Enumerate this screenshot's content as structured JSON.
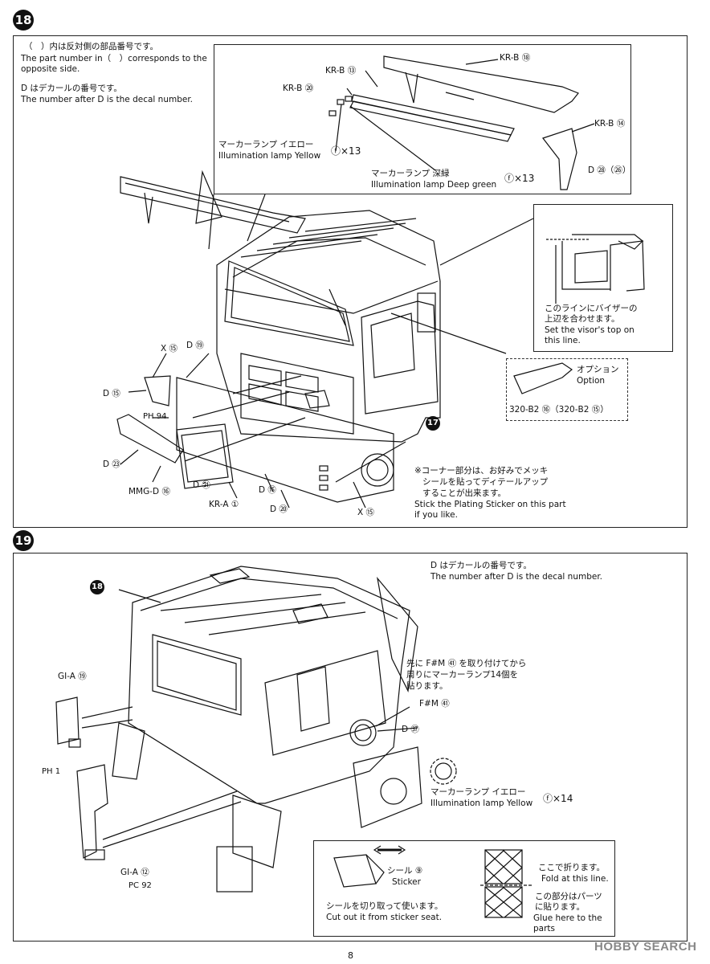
{
  "step18": {
    "number": "18",
    "note_jp_1": "（　）内は反対側の部品番号です。",
    "note_en_1a": "The part number in（　）corresponds to the",
    "note_en_1b": "opposite side.",
    "note_jp_2": "D はデカールの番号です。",
    "note_en_2": "The number after D is the decal number.",
    "inset_labels": {
      "kr_b18": "KR-B ⑱",
      "kr_b13": "KR-B ⑬",
      "kr_b20": "KR-B ⑳",
      "kr_b14": "KR-B ⑭",
      "decal_28_26": "D ㉘（㉖）",
      "lamp_yellow_jp": "マーカーランプ イエロー",
      "lamp_yellow_en": "Illumination lamp Yellow",
      "lamp_yellow_qty": "ⓕ×13",
      "lamp_green_jp": "マーカーランプ 深緑",
      "lamp_green_en": "Illumination lamp Deep green",
      "lamp_green_qty": "ⓕ×13"
    },
    "visor_note_jp_1": "このラインにバイザーの",
    "visor_note_jp_2": "上辺を合わせます。",
    "visor_note_en_1": "Set the visor's top on",
    "visor_note_en_2": "this line.",
    "option_jp": "オプション",
    "option_en": "Option",
    "option_part": "320-B2 ⑯（320-B2 ⑮）",
    "labels": {
      "x15_top": "X ⑮",
      "d19": "D ⑲",
      "d15": "D ⑮",
      "ph94": "PH 94",
      "d23": "D ㉓",
      "mmg_d16": "MMG-D ⑯",
      "d21": "D ㉑",
      "kr_a1": "KR-A ①",
      "d16": "D ⑯",
      "d20": "D ⑳",
      "x15_bottom": "X ⑮",
      "step17": "17"
    },
    "corner_note_jp_1": "※コーナー部分は、お好みでメッキ",
    "corner_note_jp_2": "シールを貼ってディテールアップ",
    "corner_note_jp_3": "することが出来ます。",
    "corner_note_en_1": "Stick the Plating Sticker on this part",
    "corner_note_en_2": "if you like."
  },
  "step19": {
    "number": "19",
    "note_jp": "D はデカールの番号です。",
    "note_en": "The number after D is the decal number.",
    "ref18": "18",
    "fm_note_jp_1": "先に F#M ㊶ を取り付けてから",
    "fm_note_jp_2": "周りにマーカーランプ14個を",
    "fm_note_jp_3": "貼ります。",
    "fm61": "F#M ㊶",
    "d37": "D ㊲",
    "gi_a19": "GI-A ⑲",
    "ph1": "PH 1",
    "gi_a12": "GI-A ⑫",
    "pc92": "PC 92",
    "lamp_jp": "マーカーランプ イエロー",
    "lamp_en": "Illumination lamp Yellow",
    "lamp_qty": "ⓕ×14",
    "sticker_jp": "シール ⑨",
    "sticker_en": "Sticker",
    "cut_jp": "シールを切り取って使います。",
    "cut_en": "Cut out it from sticker seat.",
    "fold_jp": "ここで折ります。",
    "fold_en": "Fold at this line.",
    "glue_jp": "この部分はパーツ",
    "glue_jp2": "に貼ります。",
    "glue_en_1": "Glue here to the",
    "glue_en_2": "parts"
  },
  "footer": {
    "page_number": "8",
    "watermark": "HOBBY SEARCH"
  }
}
